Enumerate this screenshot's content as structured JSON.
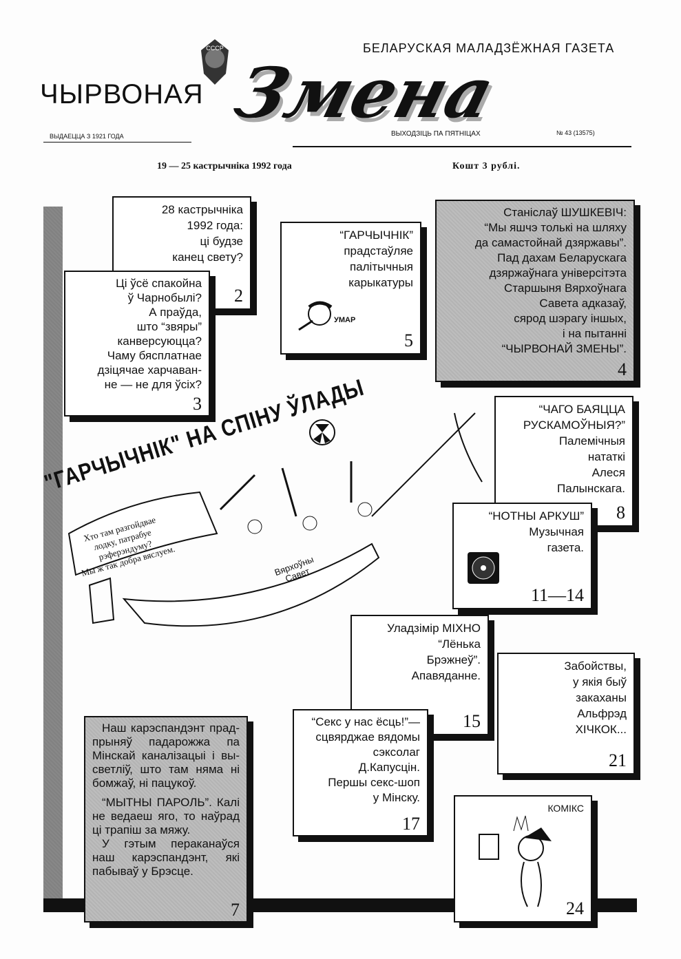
{
  "masthead": {
    "title_left": "ЧЫРВОНАЯ",
    "title_right": "Змена",
    "subtitle": "БЕЛАРУСКАЯ МАЛАДЗЁЖНАЯ ГАЗЕТА",
    "since": "ВЫДАЕЦЦА З 1921 ГОДА",
    "frequency": "ВЫХОДЗІЦЬ ПА ПЯТНІЦАХ",
    "issue": "№ 43 (13575)",
    "emblem": "СССР",
    "date": "19 — 25 кастрычніка 1992 года",
    "price": "Кошт 3 рублі."
  },
  "boxes": [
    {
      "lines": [
        "28 кастрычніка",
        "1992 года:",
        "ці будзе",
        "канец свету?"
      ],
      "page": "2"
    },
    {
      "lines": [
        "Ці ўсё спакойна",
        "ў Чарнобылі?",
        "А праўда,",
        "што “звяры”",
        "канверсуюцца?",
        "Чаму бясплатнае",
        "дзіцячае харчаван-",
        "не — не для ўсіх?"
      ],
      "page": "3"
    },
    {
      "lines": [
        "“ГАРЧЫЧНІК”",
        "прадстаўляе",
        "палітычныя",
        "карыкатуры"
      ],
      "page": "5",
      "art": "УМАР"
    },
    {
      "lines": [
        "Станіслаў ШУШКЕВІЧ:",
        "“Мы яшчэ толькі на шляху",
        "да самастойнай дзяржавы”.",
        "Пад дахам Беларускага",
        "дзяржаўнага універсітэта",
        "Старшыня Вярхоўнага",
        "Савета адказаў,",
        "сярод шэрагу іншых,",
        "і на пытанні",
        "“ЧЫРВОНАЙ ЗМЕНЫ”."
      ],
      "page": "4"
    },
    {
      "lines": [
        "“ЧАГО БАЯЦЦА",
        "РУСКАМОЎНЫЯ?”",
        "Палемічныя",
        "нататкі",
        "Алеся",
        "Палынскага."
      ],
      "page": "8"
    },
    {
      "lines": [
        "“НОТНЫ АРКУШ”",
        "Музычная",
        "газета."
      ],
      "page": "11—14"
    },
    {
      "lines": [
        "Уладзімір МІХНО",
        "“Лёнька",
        "Брэжнеў”.",
        "Апавяданне."
      ],
      "page": "15"
    },
    {
      "lines": [
        "Забойствы,",
        "у якія быў",
        "закаханы",
        "Альфрэд",
        "ХІЧКОК..."
      ],
      "page": "21"
    },
    {
      "lines": [
        "“Секс у нас ёсць!”—",
        "сцвярджае вядомы",
        "сэксолаг",
        "Д.Капусцін.",
        "Першы секс-шоп",
        "у Мінску."
      ],
      "page": "17"
    },
    {
      "paragraphs": [
        "Наш карэспандэнт прад-прыняў падарожжа па Мінскай каналізацыі і вы-светліў, што там няма ні бомжаў, ні пацукоў.",
        "“МЫТНЫ ПАРОЛЬ”. Калі не ведаеш яго, то наўрад ці трапіш за мяжу.",
        "У гэтым пераканаўся наш карэспандэнт, які пабываў у Брэсце."
      ],
      "page": "7"
    },
    {
      "lines": [
        "КОМІКС"
      ],
      "page": "24"
    }
  ],
  "cartoon": {
    "headline": "\"ГАРЧЫЧНІК\" НА СПІНУ ЎЛАДЫ",
    "bubble": [
      "Хто там разгойдвае",
      "лодку, патрабуе",
      "рэферэндуму?",
      "Мы ж так добра вяслуем."
    ],
    "boat_label": [
      "Вярхоўны",
      "Савет"
    ]
  }
}
